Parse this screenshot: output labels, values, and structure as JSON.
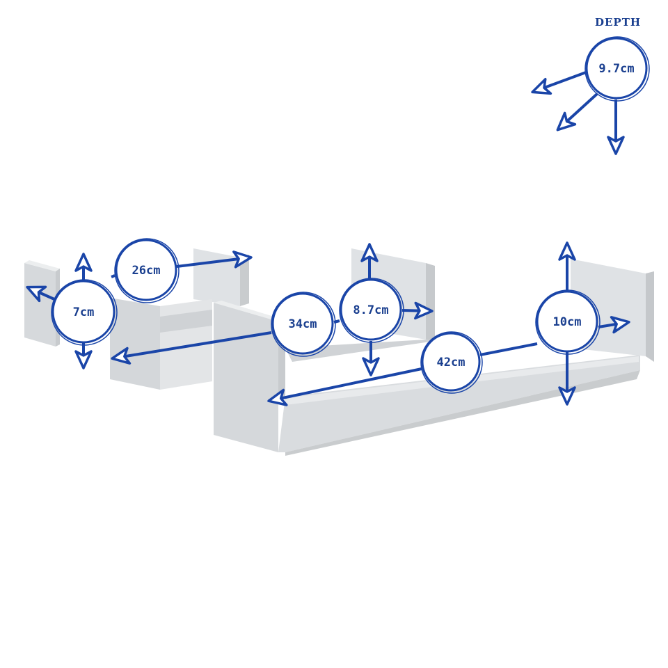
{
  "title": "DEPTH",
  "accent_color": "#1a45a8",
  "measurements": {
    "depth": "9.7cm",
    "small_height": "7cm",
    "small_width": "26cm",
    "medium_width": "34cm",
    "medium_height": "8.7cm",
    "large_width": "42cm",
    "large_height": "10cm"
  }
}
